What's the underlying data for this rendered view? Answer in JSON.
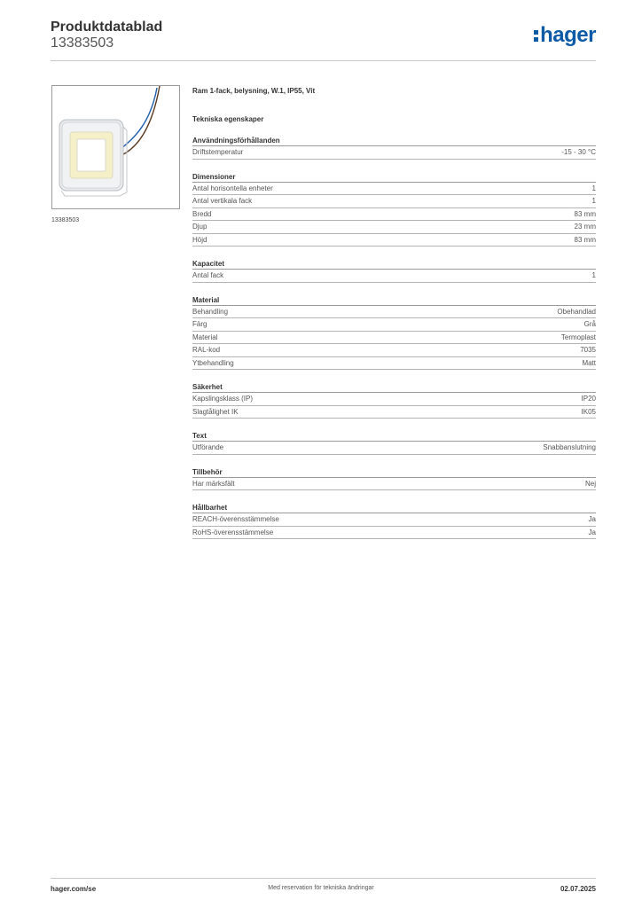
{
  "header": {
    "title": "Produktdatablad",
    "number": "13383503",
    "logo_text": "hager",
    "logo_color": "#0d5aa7"
  },
  "image": {
    "caption": "13383503"
  },
  "product": {
    "name": "Ram 1-fack, belysning, W.1, IP55, Vit",
    "properties_title": "Tekniska egenskaper"
  },
  "sections": [
    {
      "title": "Användningsförhållanden",
      "rows": [
        {
          "label": "Driftstemperatur",
          "value": "-15 - 30 °C"
        }
      ]
    },
    {
      "title": "Dimensioner",
      "rows": [
        {
          "label": "Antal horisontella enheter",
          "value": "1"
        },
        {
          "label": "Antal vertikala fack",
          "value": "1"
        },
        {
          "label": "Bredd",
          "value": "83 mm"
        },
        {
          "label": "Djup",
          "value": "23 mm"
        },
        {
          "label": "Höjd",
          "value": "83 mm"
        }
      ]
    },
    {
      "title": "Kapacitet",
      "rows": [
        {
          "label": "Antal fack",
          "value": "1"
        }
      ]
    },
    {
      "title": "Material",
      "rows": [
        {
          "label": "Behandling",
          "value": "Obehandlad"
        },
        {
          "label": "Färg",
          "value": "Grå"
        },
        {
          "label": "Material",
          "value": "Termoplast"
        },
        {
          "label": "RAL-kod",
          "value": "7035"
        },
        {
          "label": "Ytbehandling",
          "value": "Matt"
        }
      ]
    },
    {
      "title": "Säkerhet",
      "rows": [
        {
          "label": "Kapslingsklass (IP)",
          "value": "IP20"
        },
        {
          "label": "Slagtålighet IK",
          "value": "IK05"
        }
      ]
    },
    {
      "title": "Text",
      "rows": [
        {
          "label": "Utförande",
          "value": "Snabbanslutning"
        }
      ]
    },
    {
      "title": "Tillbehör",
      "rows": [
        {
          "label": "Har märksfält",
          "value": "Nej"
        }
      ]
    },
    {
      "title": "Hållbarhet",
      "rows": [
        {
          "label": "REACH-överensstämmelse",
          "value": "Ja"
        },
        {
          "label": "RoHS-överensstämmelse",
          "value": "Ja"
        }
      ]
    }
  ],
  "footer": {
    "website": "hager.com/se",
    "note": "Med reservation för tekniska ändringar",
    "date": "02.07.2025"
  }
}
